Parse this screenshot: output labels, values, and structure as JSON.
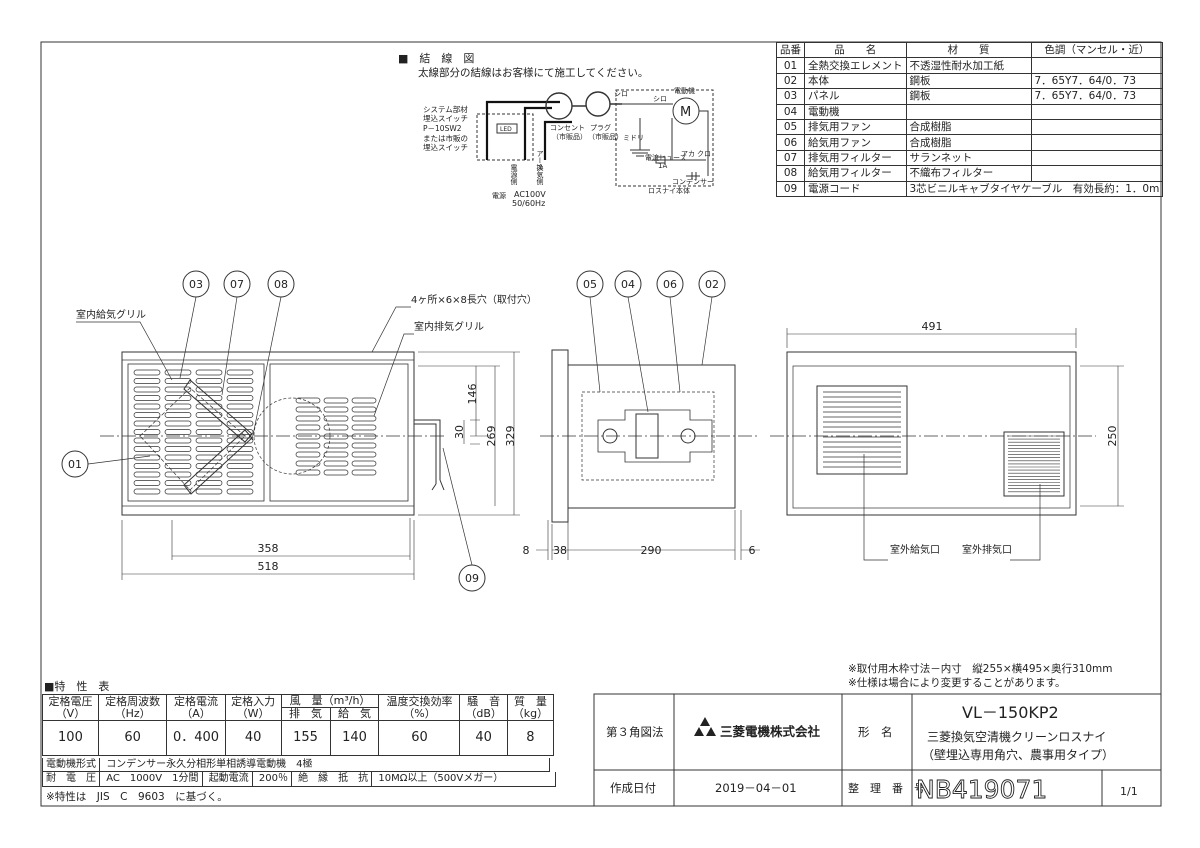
{
  "wiring": {
    "heading": "■　結　線　図",
    "note": "太線部分の結線はお客様にて施工してください。",
    "switch_label": [
      "システム部材",
      "埋込スイッチ",
      "P－10SW2",
      "または市販の",
      "埋込スイッチ"
    ],
    "led_label": "LED",
    "outlet_label": [
      "コンセント",
      "（市販品）"
    ],
    "plug_label": [
      "プラグ",
      "（市販品）"
    ],
    "white1": "シロ",
    "white2": "シロ",
    "motor_label": "電動機",
    "motor_symbol": "M",
    "green_label": "ミドリ",
    "fuse_label": [
      "電流ヒューズ",
      "1A"
    ],
    "red_label": "アカ",
    "black_label": "クロ",
    "capacitor_label": "コンデンサー",
    "body_label": "ロスナイ本体",
    "earth_label": "アース",
    "power_side": "電源側",
    "fan_side": "換気側",
    "power_label": "電源",
    "ac_label": "AC100V",
    "hz_label": "50/60Hz"
  },
  "parts_table": {
    "headers": [
      "品番",
      "品　　名",
      "材　　質",
      "色調（マンセル・近）"
    ],
    "rows": [
      [
        "01",
        "全熱交換エレメント",
        "不透湿性耐水加工紙",
        ""
      ],
      [
        "02",
        "本体",
        "鋼板",
        "7．65Y7．64/0．73"
      ],
      [
        "03",
        "パネル",
        "鋼板",
        "7．65Y7．64/0．73"
      ],
      [
        "04",
        "電動機",
        "",
        ""
      ],
      [
        "05",
        "排気用ファン",
        "合成樹脂",
        ""
      ],
      [
        "06",
        "給気用ファン",
        "合成樹脂",
        ""
      ],
      [
        "07",
        "排気用フィルター",
        "サランネット",
        ""
      ],
      [
        "08",
        "給気用フィルター",
        "不織布フィルター",
        ""
      ],
      [
        "09",
        "電源コード",
        "3芯ビニルキャブタイヤケーブル　有効長約：1．0m",
        ""
      ]
    ]
  },
  "balloons": {
    "front_03": "03",
    "front_07": "07",
    "front_08": "08",
    "front_01": "01",
    "front_09": "09",
    "side_05": "05",
    "side_04": "04",
    "side_06": "06",
    "side_02": "02"
  },
  "labels": {
    "indoor_supply": "室内給気グリル",
    "mount_holes": "4ヶ所×6×8長穴（取付穴）",
    "indoor_exhaust": "室内排気グリル",
    "outdoor_supply": "室外給気口",
    "outdoor_exhaust": "室外排気口"
  },
  "dimensions": {
    "front_width": "518",
    "front_inner": "358",
    "front_height": "329",
    "front_269": "269",
    "front_146": "146",
    "front_30": "30",
    "side_8": "8",
    "side_38": "38",
    "side_290": "290",
    "side_6": "6",
    "back_width": "491",
    "back_height": "250"
  },
  "notes": [
    "※取付用木枠寸法－内寸　縦255×横495×奥行310mm",
    "※仕様は場合により変更することがあります。"
  ],
  "spec_table": {
    "heading": "■特　性　表",
    "headers": {
      "voltage": "定格電圧",
      "freq": "定格周波数",
      "current": "定格電流",
      "power": "定格入力",
      "airflow": "風　量（m³/h）",
      "exhaust": "排　気",
      "supply": "給　気",
      "efficiency": "温度交換効率",
      "noise": "騒　音",
      "mass": "質　量"
    },
    "units": {
      "voltage": "（V）",
      "freq": "（Hz）",
      "current": "（A）",
      "power": "（W）",
      "efficiency": "（%）",
      "noise": "（dB）",
      "mass": "（kg）"
    },
    "values": {
      "voltage": "100",
      "freq": "60",
      "current": "0．400",
      "power": "40",
      "exhaust": "155",
      "supply": "140",
      "efficiency": "60",
      "noise": "40",
      "mass": "8"
    },
    "motor_type_label": "電動機形式",
    "motor_type": "コンデンサー永久分相形単相誘導電動機　4極",
    "withstand_label": "耐　電　圧",
    "withstand": "AC　1000V　1分間",
    "start_current_label": "起動電流",
    "start_current": "200％",
    "insulation_label": "絶　縁　抵　抗",
    "insulation": "10MΩ以上（500Vメガー）",
    "footnote": "※特性は　JIS　C　9603　に基づく。"
  },
  "title_block": {
    "projection": "第３角図法",
    "company": "三菱電機株式会社",
    "model_label": "形　名",
    "model": "VL－150KP2",
    "product": "三菱換気空清機クリーンロスナイ",
    "type": "（壁埋込専用角穴、農事用タイプ）",
    "date_label": "作成日付",
    "date": "2019－04－01",
    "doc_label": "整　理　番　号",
    "doc_no": "NB419071",
    "page": "1/1"
  }
}
